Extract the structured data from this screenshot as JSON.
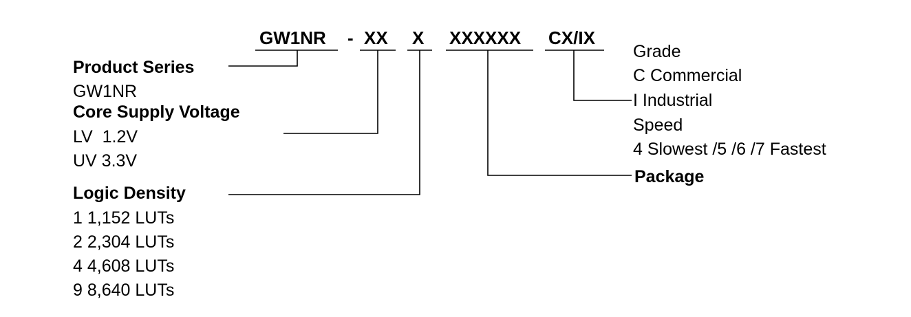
{
  "part_number": {
    "series": "GW1NR",
    "dash": "-",
    "voltage": "XX",
    "density": "X",
    "package": "XXXXXX",
    "grade": "CX/IX"
  },
  "product_series": {
    "title": "Product Series",
    "lines": [
      "GW1NR"
    ]
  },
  "core_supply_voltage": {
    "title": "Core Supply Voltage",
    "lines": [
      "LV  1.2V",
      "UV 3.3V"
    ]
  },
  "logic_density": {
    "title": "Logic Density",
    "lines": [
      "1 1,152 LUTs",
      "2 2,304 LUTs",
      "4 4,608 LUTs",
      "9 8,640 LUTs"
    ]
  },
  "grade": {
    "title": "Grade",
    "lines": [
      "C Commercial",
      "I Industrial"
    ]
  },
  "speed": {
    "title": "Speed",
    "lines": [
      "4 Slowest /5 /6 /7 Fastest"
    ]
  },
  "package": {
    "title": "Package"
  }
}
